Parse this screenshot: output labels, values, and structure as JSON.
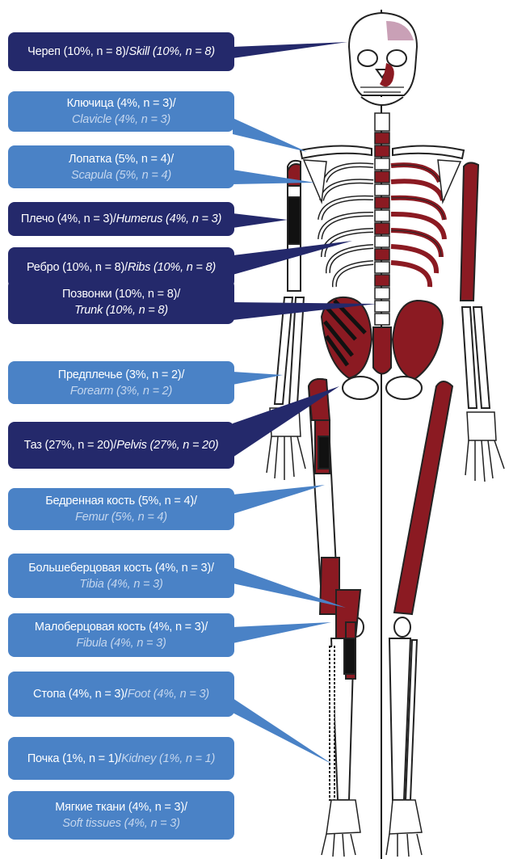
{
  "colors": {
    "dark_box": "#24296b",
    "light_box": "#4a82c6",
    "lesion": "#8b1a22",
    "lesion_black": "#111111",
    "bone_outline": "#222222"
  },
  "labels": [
    {
      "id": "skull",
      "ru": "Череп (10%, n = 8)/",
      "en": "Skill (10%, n = 8)",
      "style": "dark",
      "layout": "single"
    },
    {
      "id": "clavicle",
      "ru": "Ключица (4%, n = 3)/",
      "en": "Clavicle (4%, n = 3)",
      "style": "light",
      "layout": "double"
    },
    {
      "id": "scapula",
      "ru": "Лопатка (5%, n = 4)/",
      "en": "Scapula (5%, n = 4)",
      "style": "light",
      "layout": "double"
    },
    {
      "id": "humerus",
      "ru": "Плечо (4%, n = 3)/",
      "en": "Humerus (4%, n = 3)",
      "style": "dark",
      "layout": "single"
    },
    {
      "id": "ribs",
      "ru": "Ребро (10%, n = 8)/",
      "en": "Ribs (10%, n = 8)",
      "style": "dark",
      "layout": "single"
    },
    {
      "id": "trunk",
      "ru": "Позвонки (10%, n = 8)/",
      "en": "Trunk (10%, n = 8)",
      "style": "dark",
      "layout": "double"
    },
    {
      "id": "forearm",
      "ru": "Предплечье (3%, n = 2)/",
      "en": "Forearm (3%, n = 2)",
      "style": "light",
      "layout": "double"
    },
    {
      "id": "pelvis",
      "ru": "Таз (27%, n = 20)/",
      "en": "Pelvis (27%, n = 20)",
      "style": "dark",
      "layout": "single"
    },
    {
      "id": "femur",
      "ru": "Бедренная кость (5%, n = 4)/",
      "en": "Femur (5%, n = 4)",
      "style": "light",
      "layout": "double"
    },
    {
      "id": "tibia",
      "ru": "Большеберцовая кость (4%, n = 3)/",
      "en": "Tibia (4%, n = 3)",
      "style": "light",
      "layout": "double"
    },
    {
      "id": "fibula",
      "ru": "Малоберцовая кость (4%, n = 3)/",
      "en": "Fibula (4%, n = 3)",
      "style": "light",
      "layout": "double"
    },
    {
      "id": "foot",
      "ru": "Стопа (4%, n = 3)/",
      "en": "Foot (4%, n = 3)",
      "style": "light",
      "layout": "single"
    },
    {
      "id": "kidney",
      "ru": "Почка (1%, n = 1)/",
      "en": "Kidney (1%, n = 1)",
      "style": "light",
      "layout": "single"
    },
    {
      "id": "soft_tissues",
      "ru": "Мягкие ткани (4%, n = 3)/",
      "en": "Soft tissues (4%, n = 3)",
      "style": "light",
      "layout": "double"
    }
  ]
}
